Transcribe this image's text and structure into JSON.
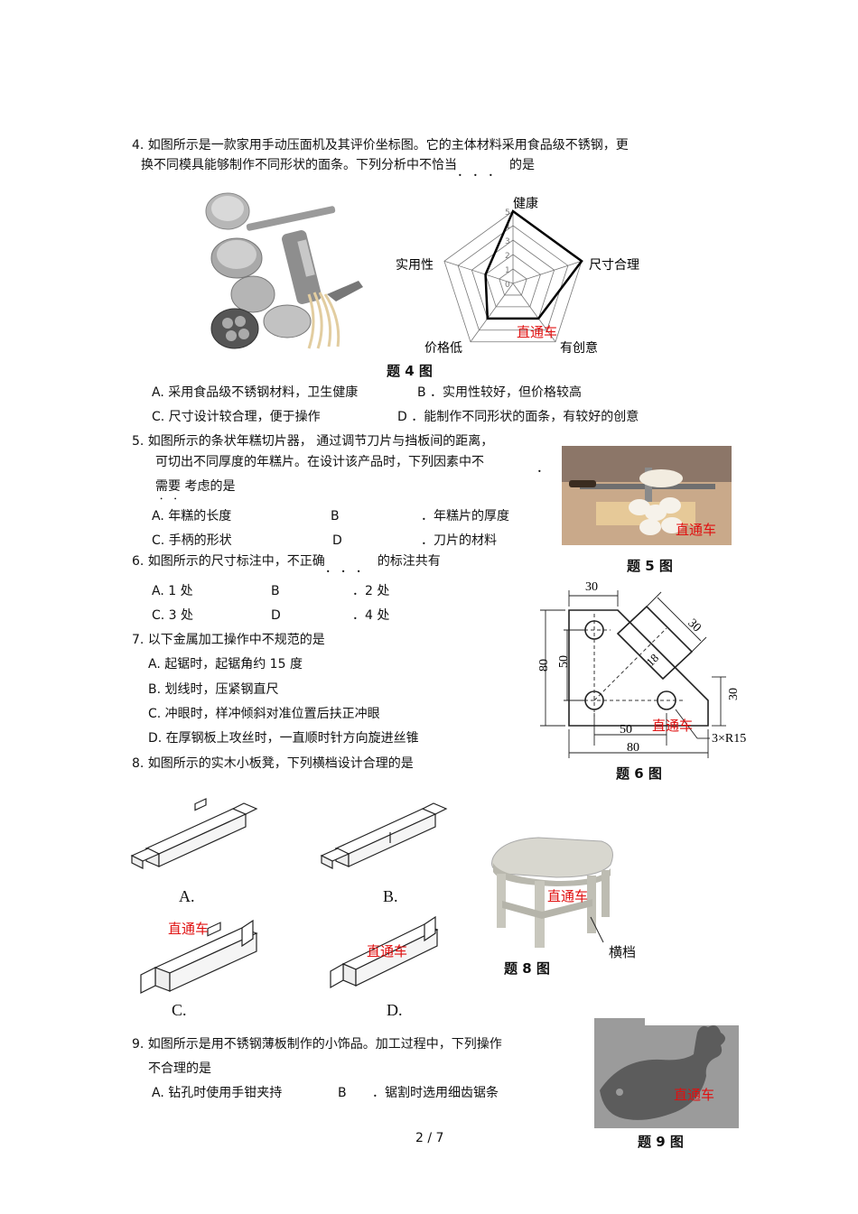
{
  "watermark": "直通车",
  "page_number": "2 / 7",
  "q4": {
    "line1": "4.  如图所示是一款家用手动压面机及其评价坐标图。它的主体材料采用食品级不锈钢，更",
    "line2": "换不同模具能够制作不同形状的面条。下列分析中不恰当",
    "emph_dots": "．．．",
    "line2_end": "的是",
    "radar_labels": [
      "健康",
      "尺寸合理",
      "有创意",
      "价格低",
      "实用性"
    ],
    "radar_scale": [
      "5",
      "4",
      "3",
      "2",
      "1",
      "0"
    ],
    "ratings": {
      "健康": 5,
      "尺寸合理": 5,
      "有创意": 3,
      "价格低": 3,
      "实用性": 2
    },
    "caption": "题 4 图",
    "optA": "A.  采用食品级不锈钢材料，卫生健康",
    "optB": "B  ．实用性较好，但价格较高",
    "optC": "C.  尺寸设计较合理，便于操作",
    "optD": "D      ．能制作不同形状的面条，有较好的创意"
  },
  "q5": {
    "line1": "5.  如图所示的条状年糕切片器，      通过调节刀片与挡板间的距离，",
    "line2": "可切出不同厚度的年糕片。在设计该产品时，下列因素中不",
    "dot": "．",
    "line3": "需要  考虑的是",
    "dots": "．．",
    "optA": "A.  年糕的长度",
    "optB": "B",
    "optB_text": "．年糕片的厚度",
    "optC": "C.  手柄的形状",
    "optD": "D",
    "optD_text": "．刀片的材料",
    "caption": "题 5 图"
  },
  "q6": {
    "line1": "6.  如图所示的尺寸标注中，不正确",
    "dots": "．．．",
    "line1_end": "的标注共有",
    "optA": "A.  1 处",
    "optB": "B",
    "optB_text": "．2 处",
    "optC": "C.  3 处",
    "optD": "D",
    "optD_text": "．4 处",
    "dims": [
      "30",
      "80",
      "50",
      "18",
      "30",
      "50",
      "80",
      "30",
      "3×R15"
    ],
    "caption": "题 6 图"
  },
  "q7": {
    "line1": "7.  以下金属加工操作中不规范的是",
    "optA": "A.  起锯时，起锯角约    15 度",
    "optB": "B.  划线时，压紧钢直尺",
    "optC": "C.  冲眼时，样冲倾斜对准位置后扶正冲眼",
    "optD": "D.  在厚钢板上攻丝时，一直顺时针方向旋进丝锥"
  },
  "q8": {
    "line1": "8.  如图所示的实木小板凳，下列横档设计合理的是",
    "labels": [
      "A.",
      "B.",
      "C.",
      "D."
    ],
    "part_label": "横档",
    "caption": "题 8 图"
  },
  "q9": {
    "line1": "9.  如图所示是用不锈钢薄板制作的小饰品。加工过程中，下列操作",
    "line2": "不合理的是",
    "optA": "A.  钻孔时使用手钳夹持",
    "optB": "B",
    "optB_text": "．锯割时选用细齿锯条",
    "caption": "题 9 图"
  }
}
